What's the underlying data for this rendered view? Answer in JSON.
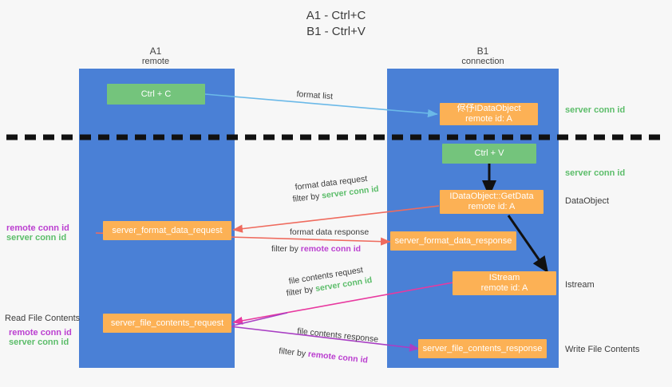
{
  "title": {
    "line1": "A1 - Ctrl+C",
    "line2": "B1 - Ctrl+V"
  },
  "colors": {
    "column": "#4a80d6",
    "green_box": "#74c47c",
    "orange_box": "#fcb155",
    "green_text": "#5cbd6a",
    "purple_text": "#bb3fd0",
    "blue_arrow": "#6bb9e8",
    "red_arrow": "#ef6b5e",
    "magenta_arrow": "#e8399f",
    "purple_arrow": "#a93fc4",
    "black_arrow": "#1a1a1a",
    "background": "#f7f7f7"
  },
  "columns": [
    {
      "name": "A1",
      "sub": "remote"
    },
    {
      "name": "B1",
      "sub": "connection"
    }
  ],
  "boxes": {
    "ctrl_c": "Ctrl + C",
    "ctrl_v": "Ctrl + V",
    "idataobject_top_line1": "侭伃IDataObject",
    "idataobject_top_line2": "remote id: A",
    "getdata_line1": "IDataObject::GetData",
    "getdata_line2": "remote id: A",
    "istream_line1": "IStream",
    "istream_line2": "remote id: A",
    "server_format_data_request": "server_format_data_request",
    "server_format_data_response": "server_format_data_response",
    "server_file_contents_request": "server_file_contents_request",
    "server_file_contents_response": "server_file_contents_response"
  },
  "right_labels": {
    "server_conn_id_1": "server conn id",
    "server_conn_id_2": "server conn id",
    "dataobject": "DataObject",
    "istream": "Istream",
    "write_file_contents": "Write File Contents"
  },
  "left_labels": {
    "remote_conn_id_1": "remote conn id",
    "server_conn_id_1": "server conn id",
    "read_file_contents": "Read File Contents",
    "remote_conn_id_2": "remote conn id",
    "server_conn_id_2": "server conn id"
  },
  "captions": {
    "format_list": "format list",
    "format_data_request": "format data request",
    "format_data_request_filter_prefix": "filter by ",
    "format_data_request_filter_value": "server conn id",
    "format_data_response": "format data response",
    "format_data_response_filter_prefix": "filter by ",
    "format_data_response_filter_value": "remote conn id",
    "file_contents_request": "file contents request",
    "file_contents_request_filter_prefix": "filter by ",
    "file_contents_request_filter_value": "server conn id",
    "file_contents_response": "file contents response",
    "file_contents_response_filter_prefix": "filter by ",
    "file_contents_response_filter_value": "remote conn id"
  }
}
